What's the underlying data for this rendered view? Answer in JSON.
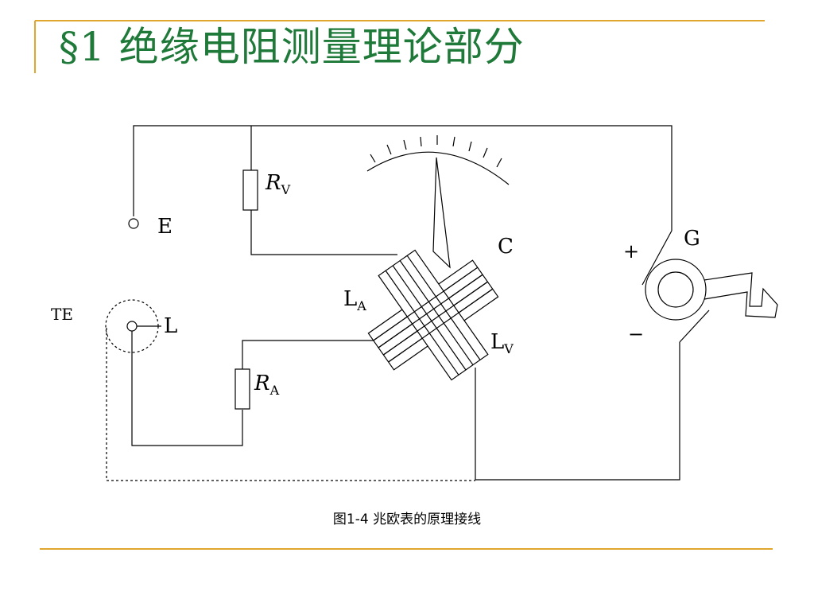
{
  "slide": {
    "title": "§1 绝缘电阻测量理论部分",
    "caption": "图1-4 兆欧表的原理接线",
    "accent_color": "#E0A72E",
    "title_color": "#1F7A3A"
  },
  "diagram": {
    "labels": {
      "rv_main": "R",
      "rv_sub": "V",
      "ra_main": "R",
      "ra_sub": "A",
      "E": "E",
      "L": "L",
      "TE": "TE",
      "C": "C",
      "G": "G",
      "la_main": "L",
      "la_sub": "A",
      "lv_main": "L",
      "lv_sub": "V",
      "plus": "+",
      "minus": "−"
    }
  }
}
